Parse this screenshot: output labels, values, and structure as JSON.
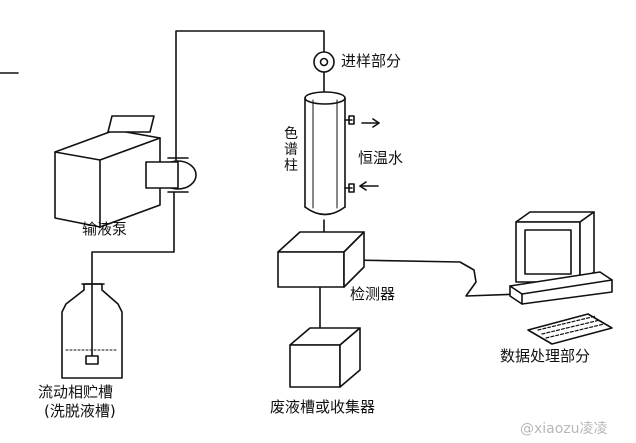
{
  "labels": {
    "sampler": "进样部分",
    "column": "色谱柱",
    "water": "恒温水",
    "pump": "输液泵",
    "detector": "检测器",
    "processor": "数据处理部分",
    "reservoir_line1": "流动相贮槽",
    "reservoir_line2": "(洗脱液槽)",
    "waste": "废液槽或收集器"
  },
  "watermark": "@xiaozu凌凌",
  "colors": {
    "line": "#111111",
    "background": "#ffffff",
    "watermark": "#b8b8b8"
  }
}
